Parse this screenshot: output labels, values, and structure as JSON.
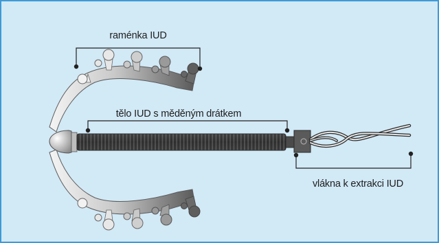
{
  "diagram": {
    "labels": {
      "arms": "raménka IUD",
      "body": "tělo IUD s měděným drátkem",
      "threads": "vlákna k extrakci IUD"
    },
    "colors": {
      "background": "#d2e9f6",
      "border": "#3e9ad6",
      "arms_light": "#f1f1f1",
      "arms_dark": "#5b5b5b",
      "coil": "#3a3a3a",
      "line": "#222222"
    }
  }
}
